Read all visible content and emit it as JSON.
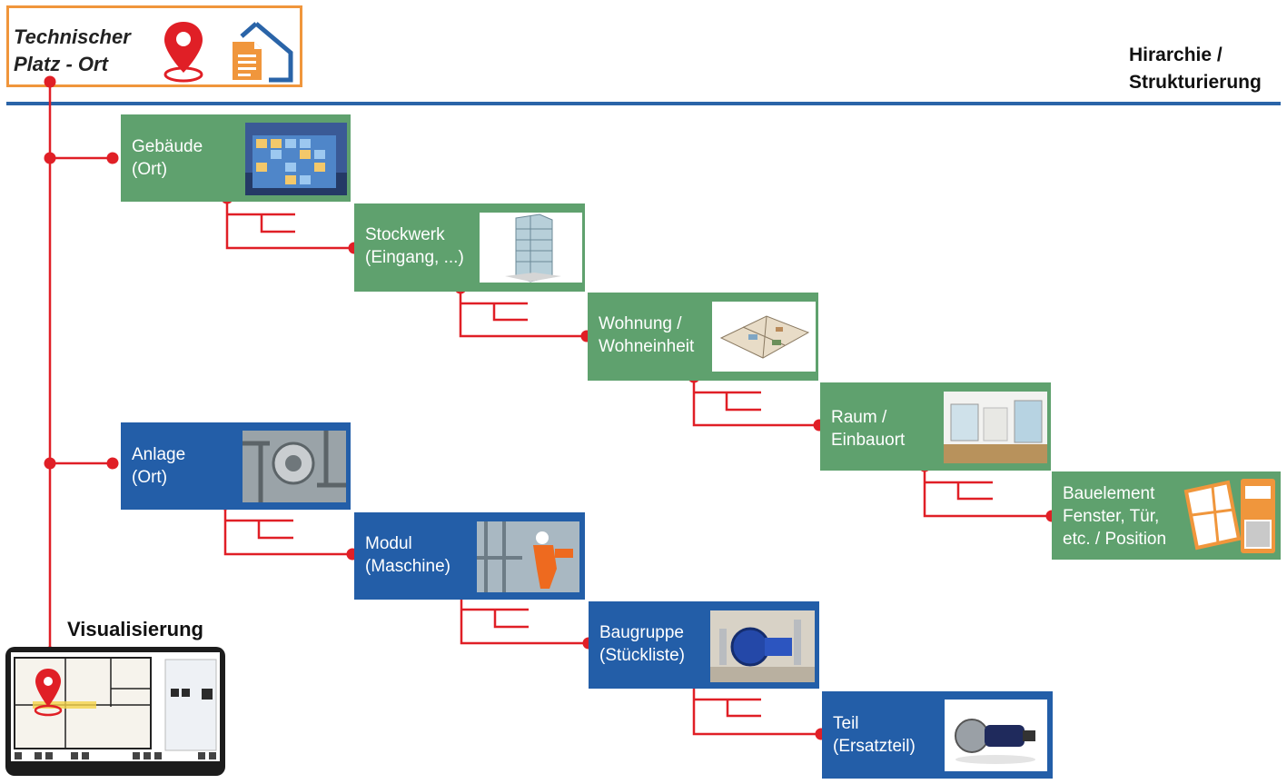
{
  "header": {
    "title_line1": "Technischer",
    "title_line2": "Platz - Ort",
    "icons": [
      "location-pin-icon",
      "document-house-icon"
    ]
  },
  "hierarchy_title": {
    "line1": "Hirarchie /",
    "line2": "Strukturierung"
  },
  "visualization_label": "Visualisierung",
  "colors": {
    "location_green": "#5fa16e",
    "equipment_blue": "#235ea8",
    "connector_red": "#e01f26",
    "accent_orange": "#f0963c",
    "rule_blue": "#2a64a8"
  },
  "nodes": {
    "gebaeude": {
      "line1": "Gebäude",
      "line2": "(Ort)",
      "image": "building-facade"
    },
    "stockwerk": {
      "line1": "Stockwerk",
      "line2": "(Eingang, ...)",
      "image": "glass-tower"
    },
    "wohnung": {
      "line1": "Wohnung /",
      "line2": "Wohneinheit",
      "image": "apartment-3d"
    },
    "raum": {
      "line1": "Raum /",
      "line2": "Einbauort",
      "image": "empty-room"
    },
    "bauelement": {
      "line1": "Bauelement",
      "line2": "Fenster, Tür,",
      "line3": "etc. / Position",
      "image": "window-door-icon"
    },
    "anlage": {
      "line1": "Anlage",
      "line2": "(Ort)",
      "image": "industrial-plant"
    },
    "modul": {
      "line1": "Modul",
      "line2": "(Maschine)",
      "image": "worker-machine"
    },
    "baugruppe": {
      "line1": "Baugruppe",
      "line2": "(Stückliste)",
      "image": "pump"
    },
    "teil": {
      "line1": "Teil",
      "line2": "(Ersatzteil)",
      "image": "motor-part"
    }
  }
}
